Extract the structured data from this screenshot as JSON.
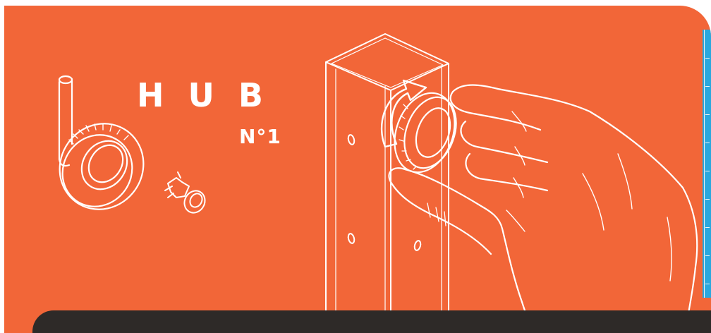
{
  "brand": {
    "name": "HUB",
    "number": "N°1"
  },
  "colors": {
    "background": "#f26638",
    "line": "#ffffff",
    "edge_accent": "#2aa8de",
    "bottom_strip": "#2e2a28"
  },
  "icons": [
    "wall-hook-icon",
    "push-pin-icon",
    "post-illustration",
    "knob-illustration",
    "hand-illustration",
    "rotate-arrow-icon"
  ]
}
